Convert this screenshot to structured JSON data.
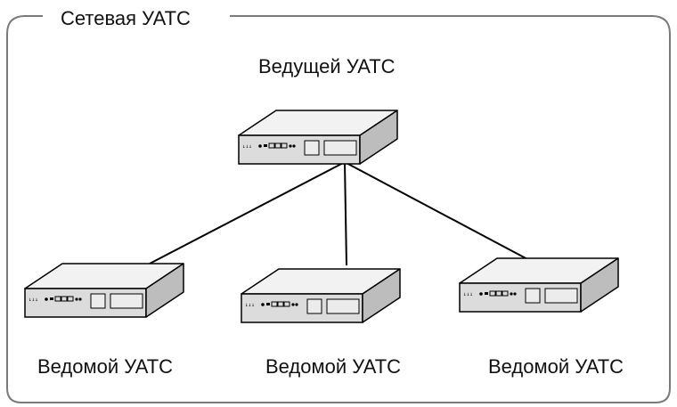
{
  "diagram": {
    "group_title": "Сетевая УАТС",
    "master": {
      "label": "Ведущей УАТС"
    },
    "slaves": [
      {
        "label": "Ведомой УАТС"
      },
      {
        "label": "Ведомой УАТС"
      },
      {
        "label": "Ведомой УАТС"
      }
    ],
    "connections": [
      {
        "from": "master",
        "to": "slave-1"
      },
      {
        "from": "master",
        "to": "slave-2"
      },
      {
        "from": "master",
        "to": "slave-3"
      }
    ]
  },
  "colors": {
    "frame": "#7a7a7a",
    "line": "#000000",
    "device_top": "#f2f2f2",
    "device_front": "#d9d9d9",
    "device_side": "#b8b8b8"
  }
}
